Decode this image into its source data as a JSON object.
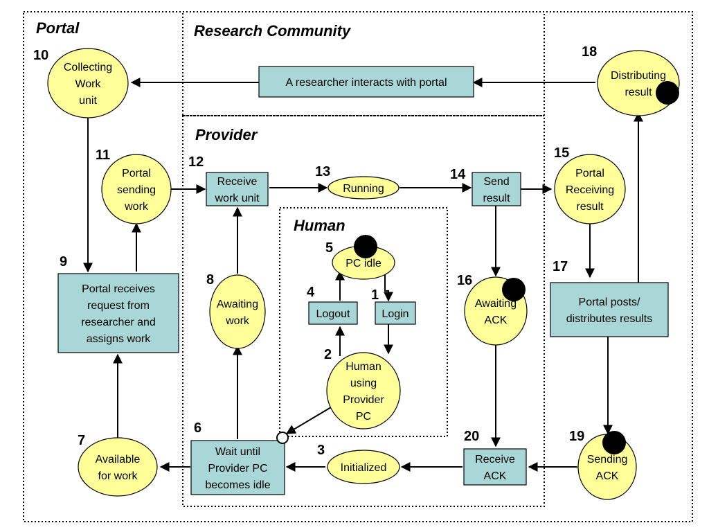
{
  "regions": {
    "portal": "Portal",
    "research_community": "Research Community",
    "provider": "Provider",
    "human": "Human"
  },
  "nodes": {
    "n1": {
      "num": "1",
      "lines": [
        "Login"
      ]
    },
    "n2": {
      "num": "2",
      "lines": [
        "Human",
        "using",
        "Provider",
        "PC"
      ]
    },
    "n3": {
      "num": "3",
      "lines": [
        "Initialized"
      ]
    },
    "n4": {
      "num": "4",
      "lines": [
        "Logout"
      ]
    },
    "n5": {
      "num": "5",
      "lines": [
        "PC idle"
      ]
    },
    "n6": {
      "num": "6",
      "lines": [
        "Wait until",
        "Provider PC",
        "becomes idle"
      ]
    },
    "n7": {
      "num": "7",
      "lines": [
        "Available",
        "for work"
      ]
    },
    "n8": {
      "num": "8",
      "lines": [
        "Awaiting",
        "work"
      ]
    },
    "n9": {
      "num": "9",
      "lines": [
        "Portal receives",
        "request from",
        "researcher and",
        "assigns work"
      ]
    },
    "n10": {
      "num": "10",
      "lines": [
        "Collecting",
        "Work",
        "unit"
      ]
    },
    "n11": {
      "num": "11",
      "lines": [
        "Portal",
        "sending",
        "work"
      ]
    },
    "n12": {
      "num": "12",
      "lines": [
        "Receive",
        "work unit"
      ]
    },
    "n13": {
      "num": "13",
      "lines": [
        "Running"
      ]
    },
    "n14": {
      "num": "14",
      "lines": [
        "Send",
        "result"
      ]
    },
    "n15": {
      "num": "15",
      "lines": [
        "Portal",
        "Receiving",
        "result"
      ]
    },
    "n16": {
      "num": "16",
      "lines": [
        "Awaiting",
        "ACK"
      ]
    },
    "n17": {
      "num": "17",
      "lines": [
        "Portal posts/",
        "distributes results"
      ]
    },
    "n18": {
      "num": "18",
      "lines": [
        "Distributing",
        "result"
      ]
    },
    "n19": {
      "num": "19",
      "lines": [
        "Sending",
        "ACK"
      ]
    },
    "n20": {
      "num": "20",
      "lines": [
        "Receive",
        "ACK"
      ]
    },
    "researcher": {
      "num": "",
      "lines": [
        "A researcher interacts with portal"
      ]
    }
  }
}
